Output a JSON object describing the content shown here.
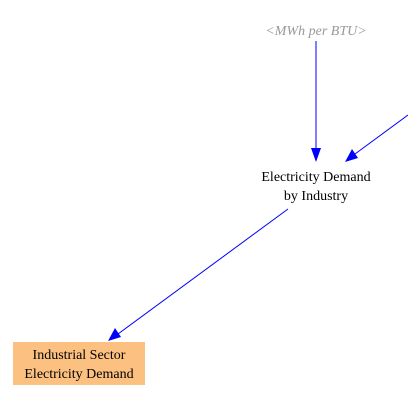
{
  "diagram": {
    "nodes": {
      "mwh_per_btu": {
        "label": "<MWh per BTU>"
      },
      "electricity_demand_by_industry": {
        "line1": "Electricity Demand",
        "line2": "by Industry"
      },
      "industrial_sector_electricity_demand": {
        "line1": "Industrial Sector",
        "line2": "Electricity Demand"
      }
    },
    "colors": {
      "arrow": "#0000ff",
      "output_box_fill": "#fcc080",
      "shadow_text": "#999999"
    }
  }
}
